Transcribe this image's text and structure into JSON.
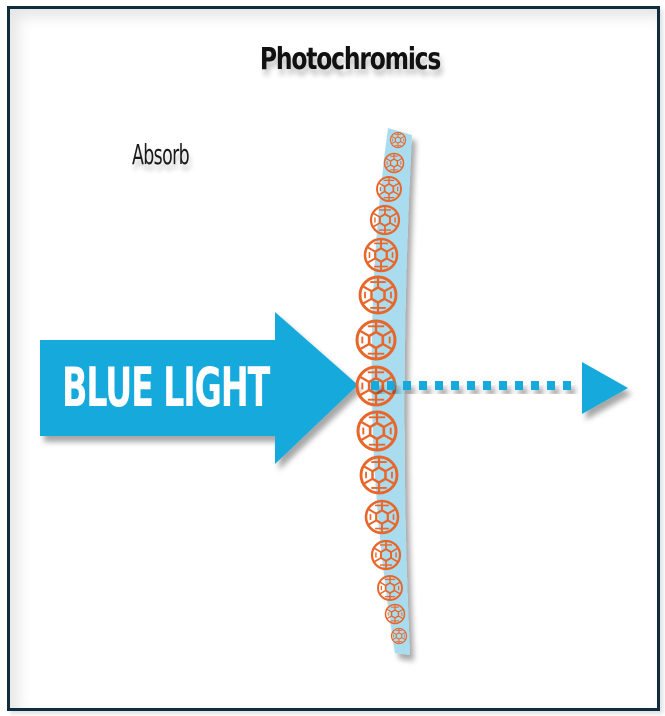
{
  "diagram": {
    "title": "Photochromics",
    "side_label": "Absorb",
    "arrow_label": "BLUE LIGHT",
    "colors": {
      "frame": "#0f2d3d",
      "arrow": "#14a9dc",
      "lens": "#aadcef",
      "molecule": "#e8662a",
      "text": "#111111"
    },
    "lens": {
      "molecule_count": 15,
      "molecule_icon": "fullerene-molecule-icon"
    },
    "transmitted": {
      "style": "dotted",
      "dot_count": 12,
      "arrowhead": "triangle"
    }
  }
}
